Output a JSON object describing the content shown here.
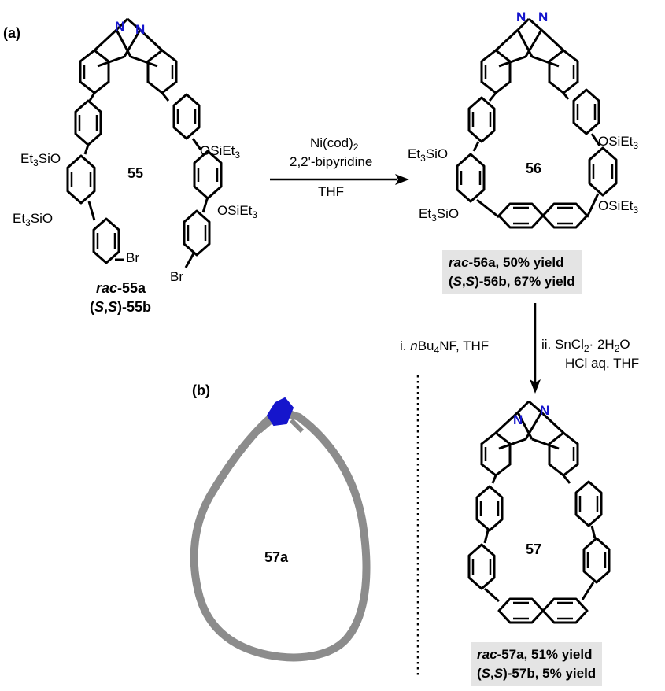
{
  "panels": {
    "a": "(a)",
    "b": "(b)"
  },
  "compounds": {
    "c55": "55",
    "c56": "56",
    "c57": "57",
    "c57a": "57a"
  },
  "substituents": {
    "et3sio_prefix": "Et",
    "et3sio_sub": "3",
    "et3sio_suffix": "SiO",
    "osiet3_prefix": "OSiEt",
    "osiet3_sub": "3",
    "br": "Br",
    "n": "N"
  },
  "step1": {
    "line1_prefix": "Ni(cod)",
    "line1_sub": "2",
    "line2": "2,2'-bipyridine",
    "line3": "THF"
  },
  "step2": {
    "left_prefix": "i. ",
    "left_ital": "n",
    "left_mid": "Bu",
    "left_sub": "4",
    "left_suffix": "NF, THF",
    "right_line1_prefix": "ii. SnCl",
    "right_line1_sub": "2",
    "right_line1_dot": "·",
    "right_line1_mid": " 2H",
    "right_line1_sub2": "2",
    "right_line1_suffix": "O",
    "right_line2": "HCl aq. THF"
  },
  "labels55": {
    "line1_ital": "rac",
    "line1_rest": "-55a",
    "line2_open": "(",
    "line2_s1": "S",
    "line2_comma": ",",
    "line2_s2": "S",
    "line2_rest": ")-55b"
  },
  "yields56": {
    "line1_ital": "rac",
    "line1_rest": "-56a, 50% yield",
    "line2_open": "(",
    "line2_s1": "S",
    "line2_comma": ",",
    "line2_s2": "S",
    "line2_rest": ")-56b, 67%  yield"
  },
  "yields57": {
    "line1_ital": "rac",
    "line1_rest": "-57a, 51% yield",
    "line2_open": "(",
    "line2_s1": "S",
    "line2_comma": ",",
    "line2_s2": "S",
    "line2_rest": ")-57b, 5% yield"
  },
  "colors": {
    "bond": "#000000",
    "nitrogen": "#1515cc",
    "crystal": "#8c8c8c",
    "box": "#e4e4e4"
  }
}
